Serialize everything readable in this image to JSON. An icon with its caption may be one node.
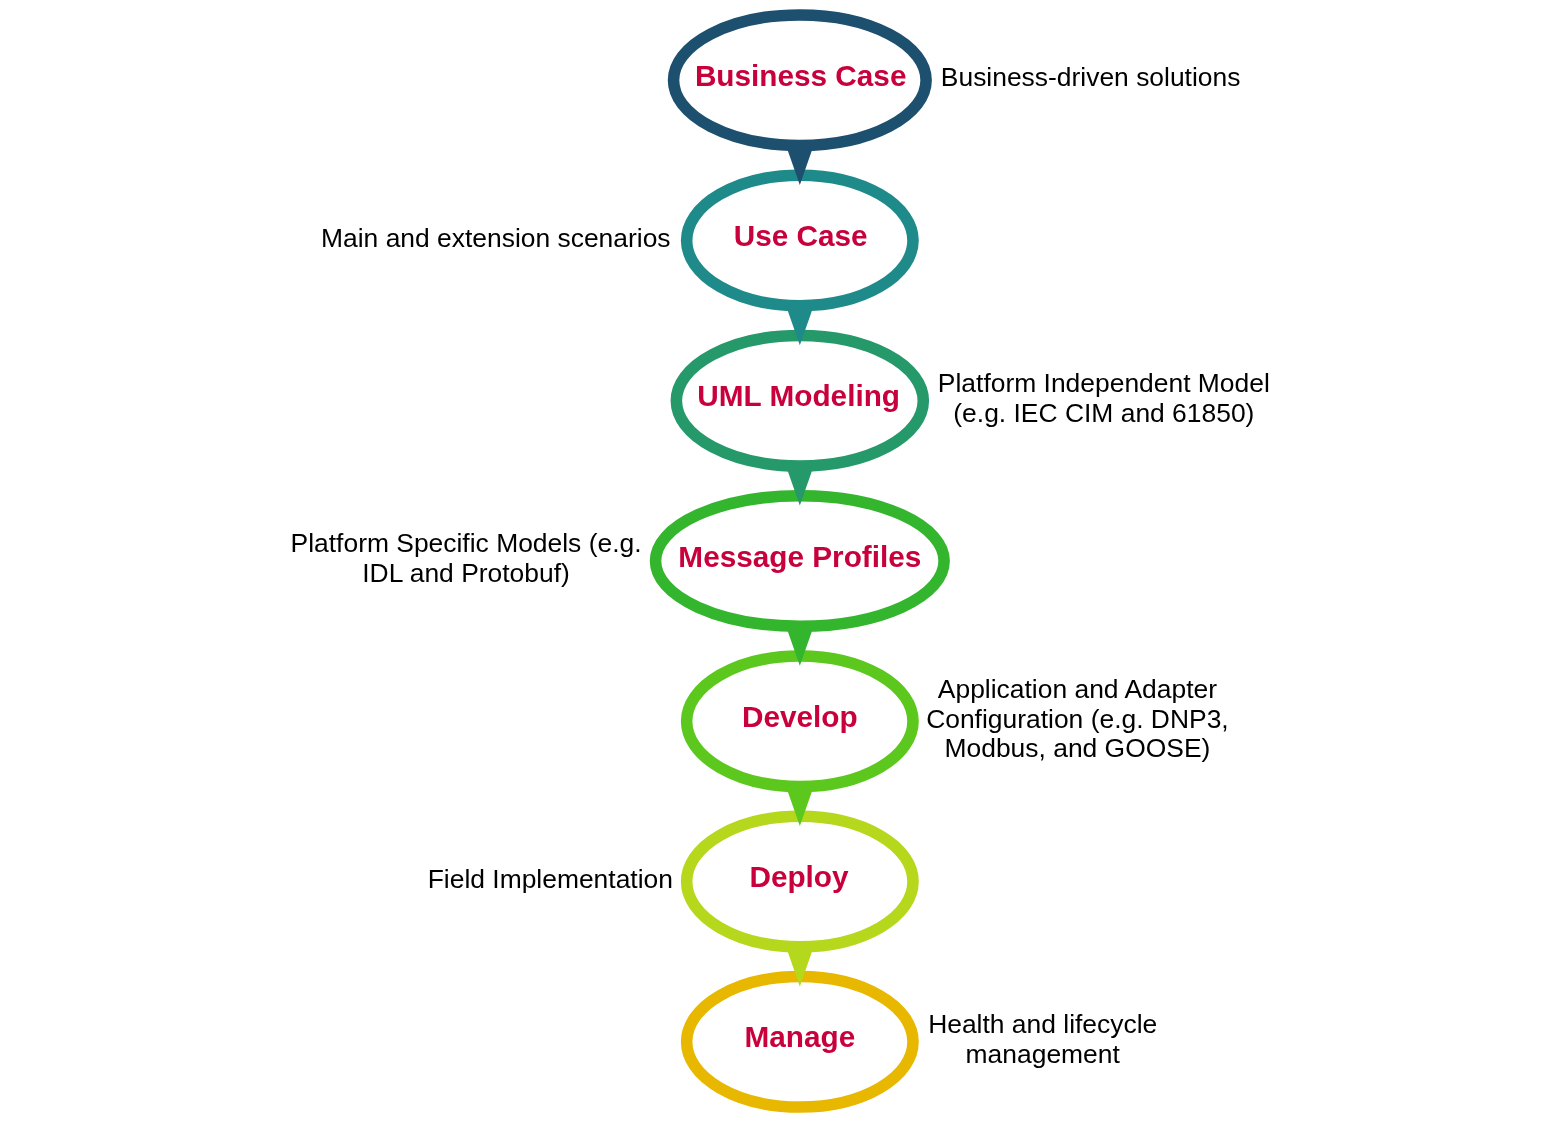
{
  "diagram": {
    "nodes": [
      {
        "text": [
          "Business Case"
        ],
        "beside": [
          "Business-driven solutions"
        ]
      },
      {
        "text": [
          "Use Case"
        ],
        "beside": [
          "Main and extension scenarios"
        ]
      },
      {
        "text": [
          "UML Modeling"
        ],
        "beside": [
          "Platform Independent Model (e.g. IEC CIM and 61850)"
        ]
      },
      {
        "text": [
          "Message Profiles"
        ],
        "beside": [
          "Platform Specific Models (e.g. IDL and Protobuf)"
        ]
      },
      {
        "text": [
          "Develop"
        ],
        "beside": [
          "Application and Adapter Configuration (e.g. DNP3, Modbus, and GOOSE)"
        ]
      },
      {
        "text": [
          "Deploy"
        ],
        "beside": [
          "Field Implementation"
        ]
      },
      {
        "text": [
          "Manage"
        ],
        "beside": [
          "Health and lifecycle management"
        ]
      }
    ],
    "edges": [
      {
        "from": 0,
        "to": 1,
        "arrow": "to",
        "color": "#1d4f6e"
      },
      {
        "from": 1,
        "to": 2,
        "arrow": "to",
        "color": "#1f8a8a"
      },
      {
        "from": 2,
        "to": 3,
        "arrow": "to",
        "color": "#25996a"
      },
      {
        "from": 3,
        "to": 4,
        "arrow": "to",
        "color": "#33b52e"
      },
      {
        "from": 4,
        "to": 5,
        "arrow": "to",
        "color": "#5cc81e"
      },
      {
        "from": 5,
        "to": 6,
        "arrow": "to",
        "color": "#b5d81c"
      }
    ]
  }
}
